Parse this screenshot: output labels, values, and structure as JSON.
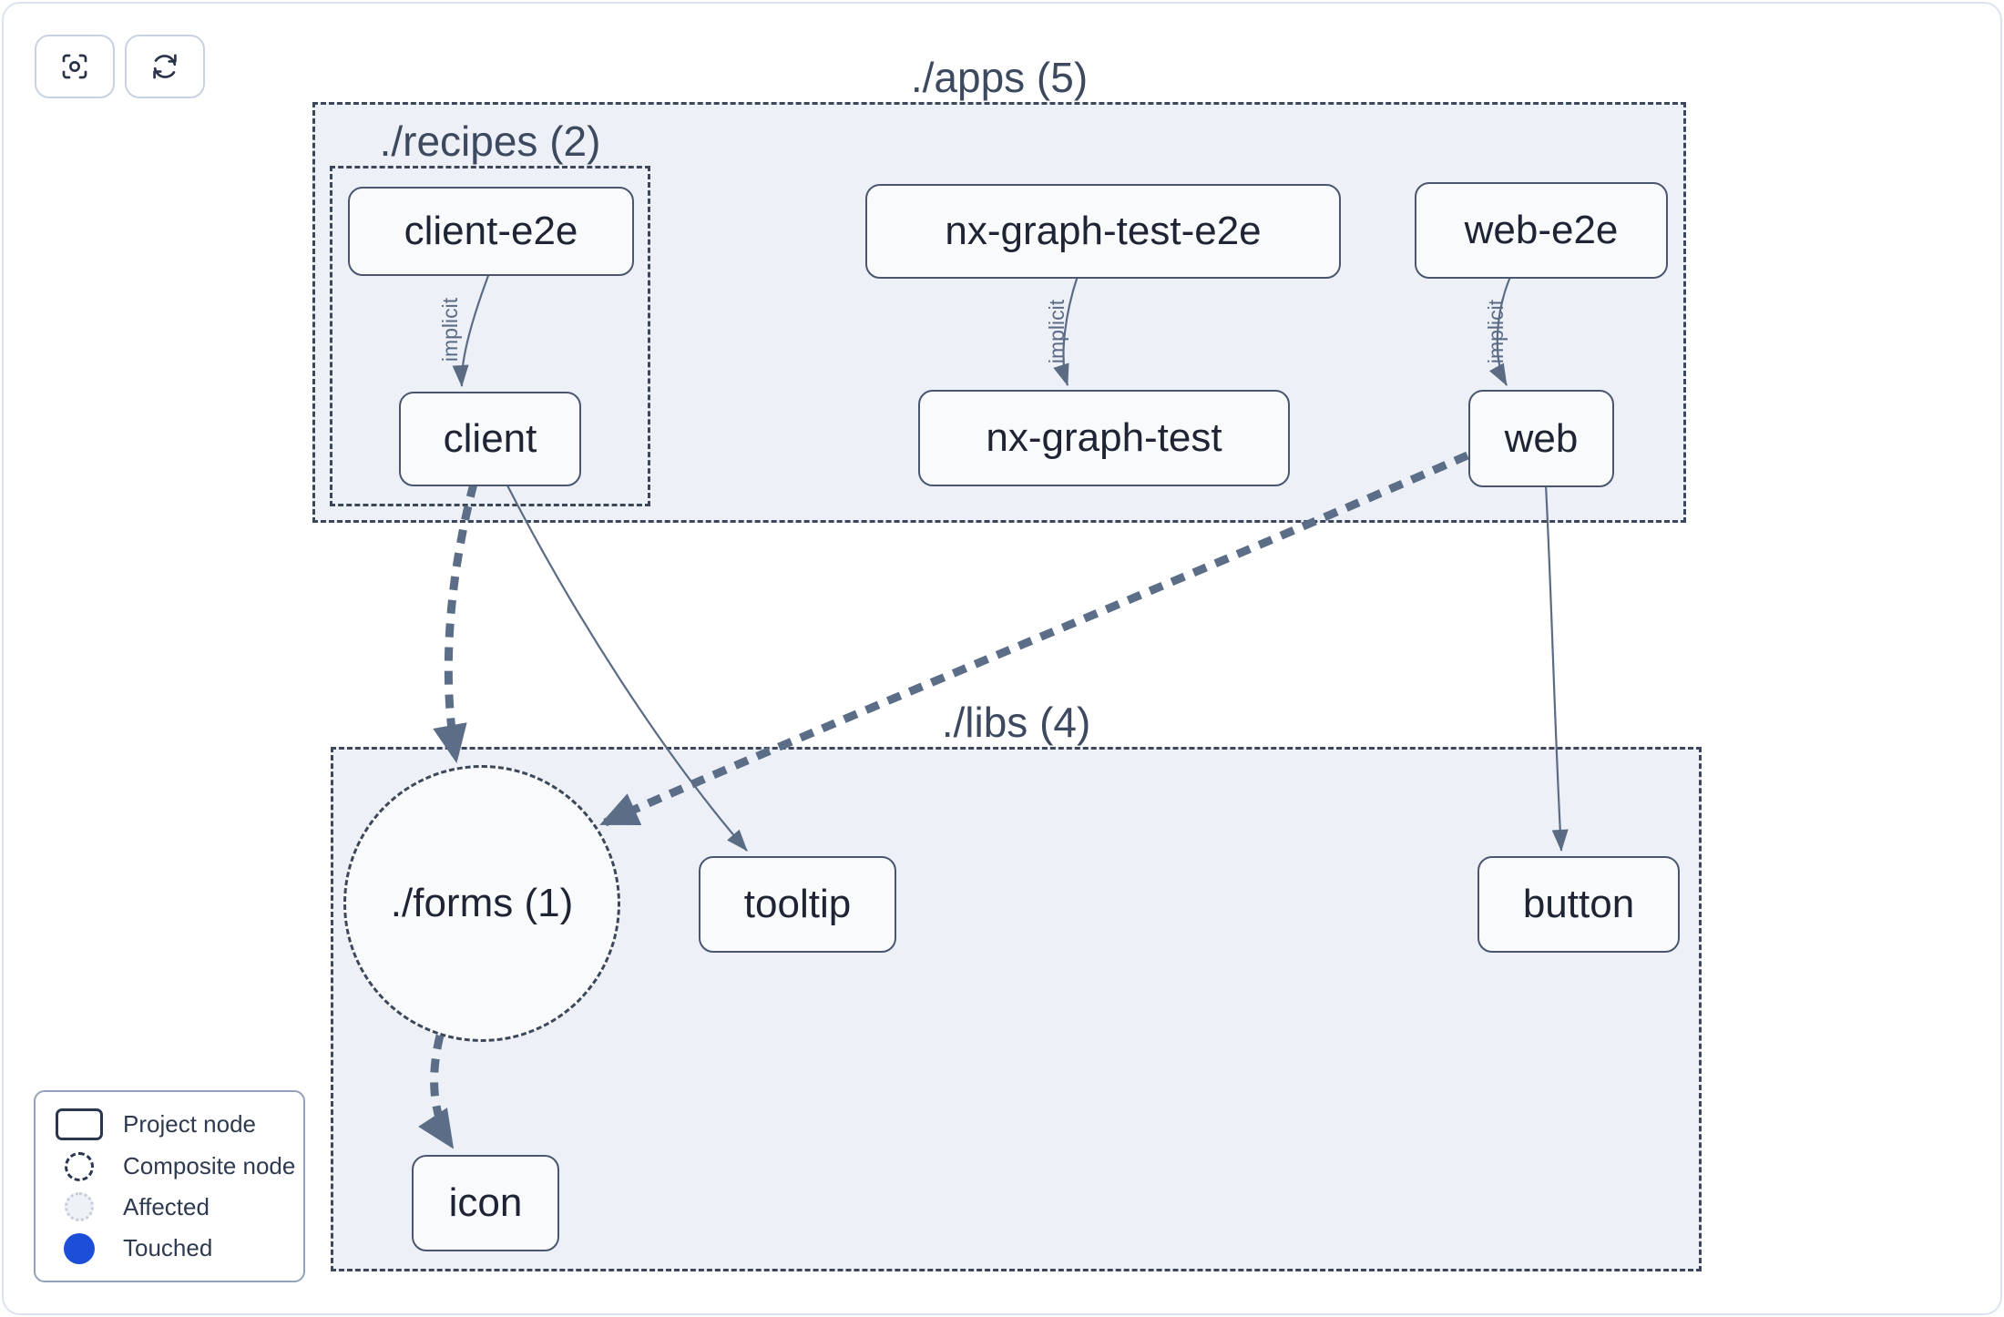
{
  "toolbar": {
    "buttons": [
      {
        "name": "focus",
        "icon": "focus-crosshair-icon"
      },
      {
        "name": "refresh",
        "icon": "refresh-sync-icon"
      }
    ]
  },
  "graph": {
    "groups": [
      {
        "id": "apps",
        "label": "./apps (5)"
      },
      {
        "id": "recipes",
        "label": "./recipes (2)"
      },
      {
        "id": "libs",
        "label": "./libs (4)"
      }
    ],
    "nodes": [
      {
        "id": "client-e2e",
        "label": "client-e2e",
        "type": "project"
      },
      {
        "id": "nx-graph-test-e2e",
        "label": "nx-graph-test-e2e",
        "type": "project"
      },
      {
        "id": "web-e2e",
        "label": "web-e2e",
        "type": "project"
      },
      {
        "id": "client",
        "label": "client",
        "type": "project"
      },
      {
        "id": "nx-graph-test",
        "label": "nx-graph-test",
        "type": "project"
      },
      {
        "id": "web",
        "label": "web",
        "type": "project"
      },
      {
        "id": "forms",
        "label": "./forms (1)",
        "type": "composite"
      },
      {
        "id": "tooltip",
        "label": "tooltip",
        "type": "project"
      },
      {
        "id": "button",
        "label": "button",
        "type": "project"
      },
      {
        "id": "icon",
        "label": "icon",
        "type": "project"
      }
    ],
    "edges": [
      {
        "from": "client-e2e",
        "to": "client",
        "label": "implicit",
        "style": "thin-solid"
      },
      {
        "from": "nx-graph-test-e2e",
        "to": "nx-graph-test",
        "label": "implicit",
        "style": "thin-solid"
      },
      {
        "from": "web-e2e",
        "to": "web",
        "label": "implicit",
        "style": "thin-solid"
      },
      {
        "from": "client",
        "to": "forms",
        "label": "",
        "style": "thick-dashed"
      },
      {
        "from": "client",
        "to": "tooltip",
        "label": "",
        "style": "thin-solid"
      },
      {
        "from": "web",
        "to": "forms",
        "label": "",
        "style": "thick-dashed"
      },
      {
        "from": "web",
        "to": "button",
        "label": "",
        "style": "thin-solid"
      },
      {
        "from": "forms",
        "to": "icon",
        "label": "",
        "style": "thick-dashed"
      }
    ]
  },
  "legend": {
    "items": [
      {
        "swatch": "project-node-swatch",
        "label": "Project node"
      },
      {
        "swatch": "composite-node-swatch",
        "label": "Composite node"
      },
      {
        "swatch": "affected-swatch",
        "label": "Affected"
      },
      {
        "swatch": "touched-swatch",
        "label": "Touched"
      }
    ]
  },
  "colors": {
    "touched_blue": "#1d4ed8",
    "container_fill": "#edf1f7",
    "dashed_border": "#3c4859",
    "node_fill": "#f9fafc",
    "node_border": "#4a5670",
    "node_text": "#1e2433",
    "edge": "#5c6e87",
    "frame_border": "#dce3ee",
    "affected_fill": "#eef1f6"
  }
}
